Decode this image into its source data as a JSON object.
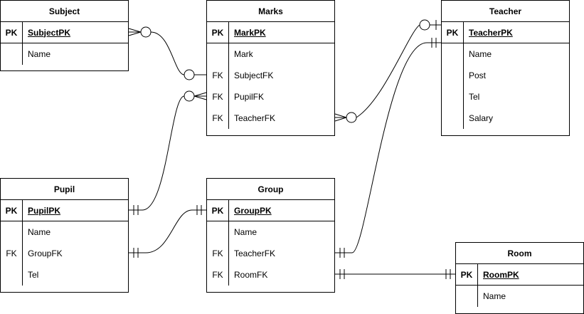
{
  "diagram": {
    "entities": [
      {
        "id": "subject",
        "title": "Subject",
        "rows": [
          {
            "key": "PK",
            "name": "SubjectPK",
            "pk": true
          },
          {
            "key": "",
            "name": "Name"
          }
        ]
      },
      {
        "id": "marks",
        "title": "Marks",
        "rows": [
          {
            "key": "PK",
            "name": "MarkPK",
            "pk": true
          },
          {
            "key": "",
            "name": "Mark"
          },
          {
            "key": "FK",
            "name": "SubjectFK"
          },
          {
            "key": "FK",
            "name": "PupilFK"
          },
          {
            "key": "FK",
            "name": "TeacherFK"
          }
        ]
      },
      {
        "id": "teacher",
        "title": "Teacher",
        "rows": [
          {
            "key": "PK",
            "name": "TeacherPK",
            "pk": true
          },
          {
            "key": "",
            "name": "Name"
          },
          {
            "key": "",
            "name": "Post"
          },
          {
            "key": "",
            "name": "Tel"
          },
          {
            "key": "",
            "name": "Salary"
          }
        ]
      },
      {
        "id": "pupil",
        "title": "Pupil",
        "rows": [
          {
            "key": "PK",
            "name": "PupilPK",
            "pk": true
          },
          {
            "key": "",
            "name": "Name"
          },
          {
            "key": "FK",
            "name": "GroupFK"
          },
          {
            "key": "",
            "name": "Tel"
          }
        ]
      },
      {
        "id": "group",
        "title": "Group",
        "rows": [
          {
            "key": "PK",
            "name": "GroupPK",
            "pk": true
          },
          {
            "key": "",
            "name": "Name"
          },
          {
            "key": "FK",
            "name": "TeacherFK"
          },
          {
            "key": "FK",
            "name": "RoomFK"
          }
        ]
      },
      {
        "id": "room",
        "title": "Room",
        "rows": [
          {
            "key": "PK",
            "name": "RoomPK",
            "pk": true
          },
          {
            "key": "",
            "name": "Name"
          }
        ]
      }
    ],
    "relationships": [
      {
        "from": "subject.SubjectPK",
        "from_end": "zero-or-many",
        "to": "marks.SubjectFK",
        "to_end": "zero-or-one"
      },
      {
        "from": "marks.PupilFK",
        "from_end": "zero-or-many",
        "to": "pupil.PupilPK",
        "to_end": "one-and-only-one"
      },
      {
        "from": "marks.TeacherFK",
        "from_end": "zero-or-many",
        "to": "teacher.TeacherPK",
        "to_end": "zero-or-one"
      },
      {
        "from": "pupil.GroupFK",
        "from_end": "one-and-only-one",
        "to": "group.GroupPK",
        "to_end": "one-and-only-one"
      },
      {
        "from": "group.TeacherFK",
        "from_end": "one-and-only-one",
        "to": "teacher.TeacherPK",
        "to_end": "one-and-only-one"
      },
      {
        "from": "group.RoomFK",
        "from_end": "one-and-only-one",
        "to": "room.RoomPK",
        "to_end": "one-and-only-one"
      }
    ],
    "colors": {
      "line": "#000000",
      "fill": "#ffffff",
      "text": "#000000"
    }
  }
}
